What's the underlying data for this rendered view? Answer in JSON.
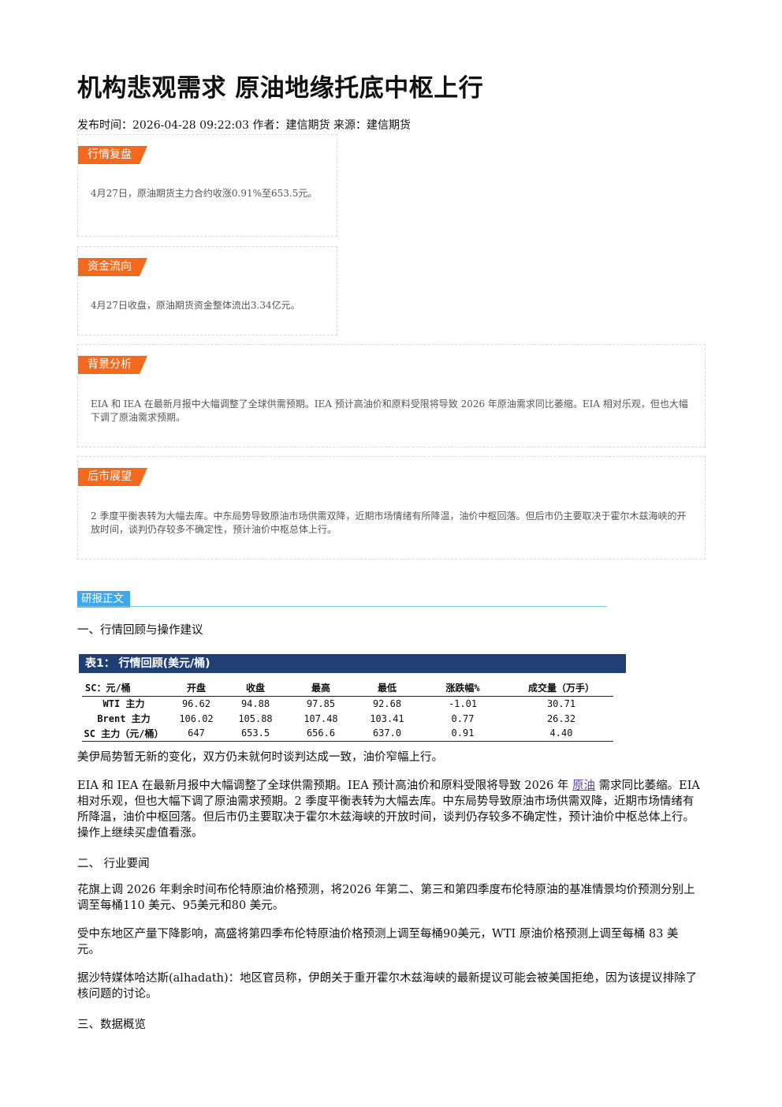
{
  "article": {
    "title": "机构悲观需求 原油地缘托底中枢上行",
    "meta": "发布时间：2026-04-28 09:22:03 作者：建信期货 来源：建信期货"
  },
  "cards": {
    "review": {
      "tag": "行情复盘",
      "text": "4月27日，原油期货主力合约收涨0.91%至653.5元。"
    },
    "flow": {
      "tag": "资金流向",
      "text": "4月27日收盘，原油期货资金整体流出3.34亿元。"
    },
    "background": {
      "tag": "背景分析",
      "text": "EIA 和 IEA 在最新月报中大幅调整了全球供需预期。IEA 预计高油价和原料受限将导致 2026 年原油需求同比萎缩。EIA 相对乐观，但也大幅下调了原油需求预期。"
    },
    "outlook": {
      "tag": "后市展望",
      "text": "2 季度平衡表转为大幅去库。中东局势导致原油市场供需双降，近期市场情绪有所降温，油价中枢回落。但后市仍主要取决于霍尔木兹海峡的开放时间，谈判仍存较多不确定性，预计油价中枢总体上行。"
    }
  },
  "report": {
    "section_tag": "研报正文",
    "h1": "一、行情回顾与操作建议",
    "table": {
      "caption": "表1：  行情回顾(美元/桶)",
      "headers": [
        "SC：元/桶",
        "开盘",
        "收盘",
        "最高",
        "最低",
        "涨跌幅%",
        "成交量（万手）"
      ],
      "rows": [
        [
          "WTI 主力",
          "96.62",
          "94.88",
          "97.85",
          "92.68",
          "-1.01",
          "30.71"
        ],
        [
          "Brent 主力",
          "106.02",
          "105.88",
          "107.48",
          "103.41",
          "0.77",
          "26.32"
        ],
        [
          "SC 主力（元/桶）",
          "647",
          "653.5",
          "656.6",
          "637.0",
          "0.91",
          "4.40"
        ]
      ]
    },
    "p1": "美伊局势暂无新的变化，双方仍未就何时谈判达成一致，油价窄幅上行。",
    "p2_before": "EIA 和 IEA 在最新月报中大幅调整了全球供需预期。IEA 预计高油价和原料受限将导致 2026 年 ",
    "p2_link": "原油",
    "p2_after": " 需求同比萎缩。EIA 相对乐观，但也大幅下调了原油需求预期。2 季度平衡表转为大幅去库。中东局势导致原油市场供需双降，近期市场情绪有所降温，油价中枢回落。但后市仍主要取决于霍尔木兹海峡的开放时间，谈判仍存较多不确定性，预计油价中枢总体上行。操作上继续买虚值看涨。",
    "h2": "二、  行业要闻",
    "p3": "花旗上调 2026 年剩余时间布伦特原油价格预测，将2026 年第二、第三和第四季度布伦特原油的基准情景均价预测分别上调至每桶110 美元、95美元和80 美元。",
    "p4": "受中东地区产量下降影响，高盛将第四季布伦特原油价格预测上调至每桶90美元，WTI 原油价格预测上调至每桶 83 美元。",
    "p5": "据沙特媒体哈达斯(alhadath)：地区官员称，伊朗关于重开霍尔木兹海峡的最新提议可能会被美国拒绝，因为该提议排除了核问题的讨论。",
    "h3": "三、数据概览"
  }
}
